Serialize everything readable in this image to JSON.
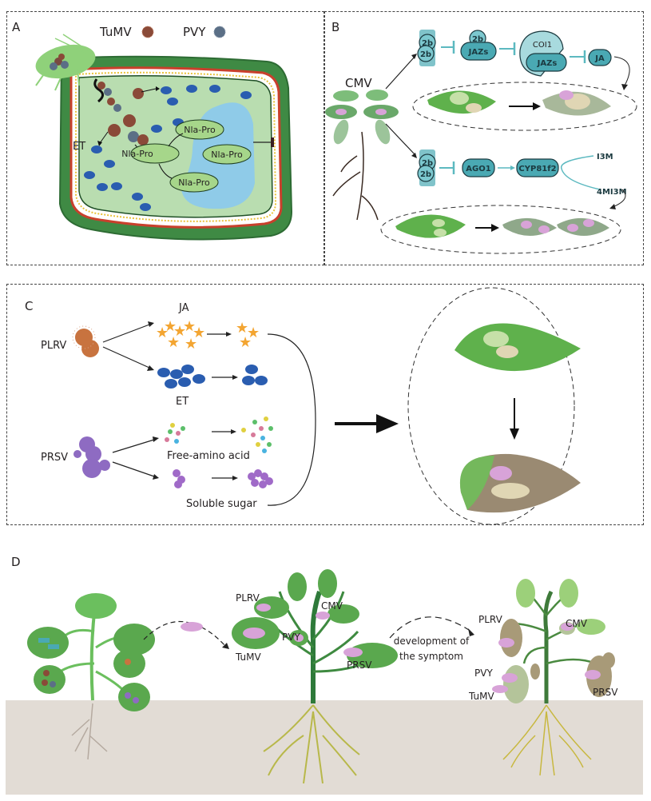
{
  "figure": {
    "panels": {
      "A": {
        "label": "A",
        "legend": [
          {
            "name": "TuMV",
            "color": "#8a4a38"
          },
          {
            "name": "PVY",
            "color": "#5b6f86"
          }
        ],
        "et_label": "ET",
        "protease_labels": [
          "Nla-Pro",
          "Nla-Pro",
          "Nla-Pro",
          "Nla-Pro"
        ]
      },
      "B": {
        "label": "B",
        "virus": "CMV",
        "top_pathway": {
          "suppressor": [
            "2b",
            "2b"
          ],
          "complex_top": "2b",
          "complex_bottom": "JAZs",
          "receptor": "COI1",
          "receptor_bound": "JAZs",
          "output": "JA"
        },
        "bottom_pathway": {
          "suppressor": [
            "2b",
            "2b"
          ],
          "gene1": "AGO1",
          "gene2": "CYP81f2",
          "products": [
            "I3M",
            "4MI3M"
          ]
        }
      },
      "C": {
        "label": "C",
        "viruses": [
          "PLRV",
          "PRSV"
        ],
        "labels": {
          "ja": "JA",
          "et": "ET",
          "amino": "Free-amino acid",
          "sugar": "Soluble sugar"
        }
      },
      "D": {
        "label": "D",
        "healthy_plant_labels": [
          "PLRV",
          "CMV",
          "PVY",
          "TuMV",
          "PRSV"
        ],
        "transition_label_line1": "development of",
        "transition_label_line2": "the symptom",
        "symptomatic_plant_labels": [
          "PLRV",
          "CMV",
          "PVY",
          "TuMV",
          "PRSV"
        ]
      }
    },
    "colors": {
      "cell_wall": "#3f8a44",
      "cytoplasm": "#b9ddb0",
      "vacuole": "#8fcbe8",
      "protein_teal": "#4aa9b3",
      "protein_dark": "#2f8c96",
      "inhibit_line": "#5cb9c0",
      "et_blue": "#2a5db0",
      "ja_star": "#f3a532",
      "prsv_purple": "#8e6bc2",
      "plrv_orange": "#c8733f",
      "leaf_green": "#5fb14c",
      "soil": "#e2dcd5",
      "aphid_pink": "#d8a3d8"
    }
  }
}
